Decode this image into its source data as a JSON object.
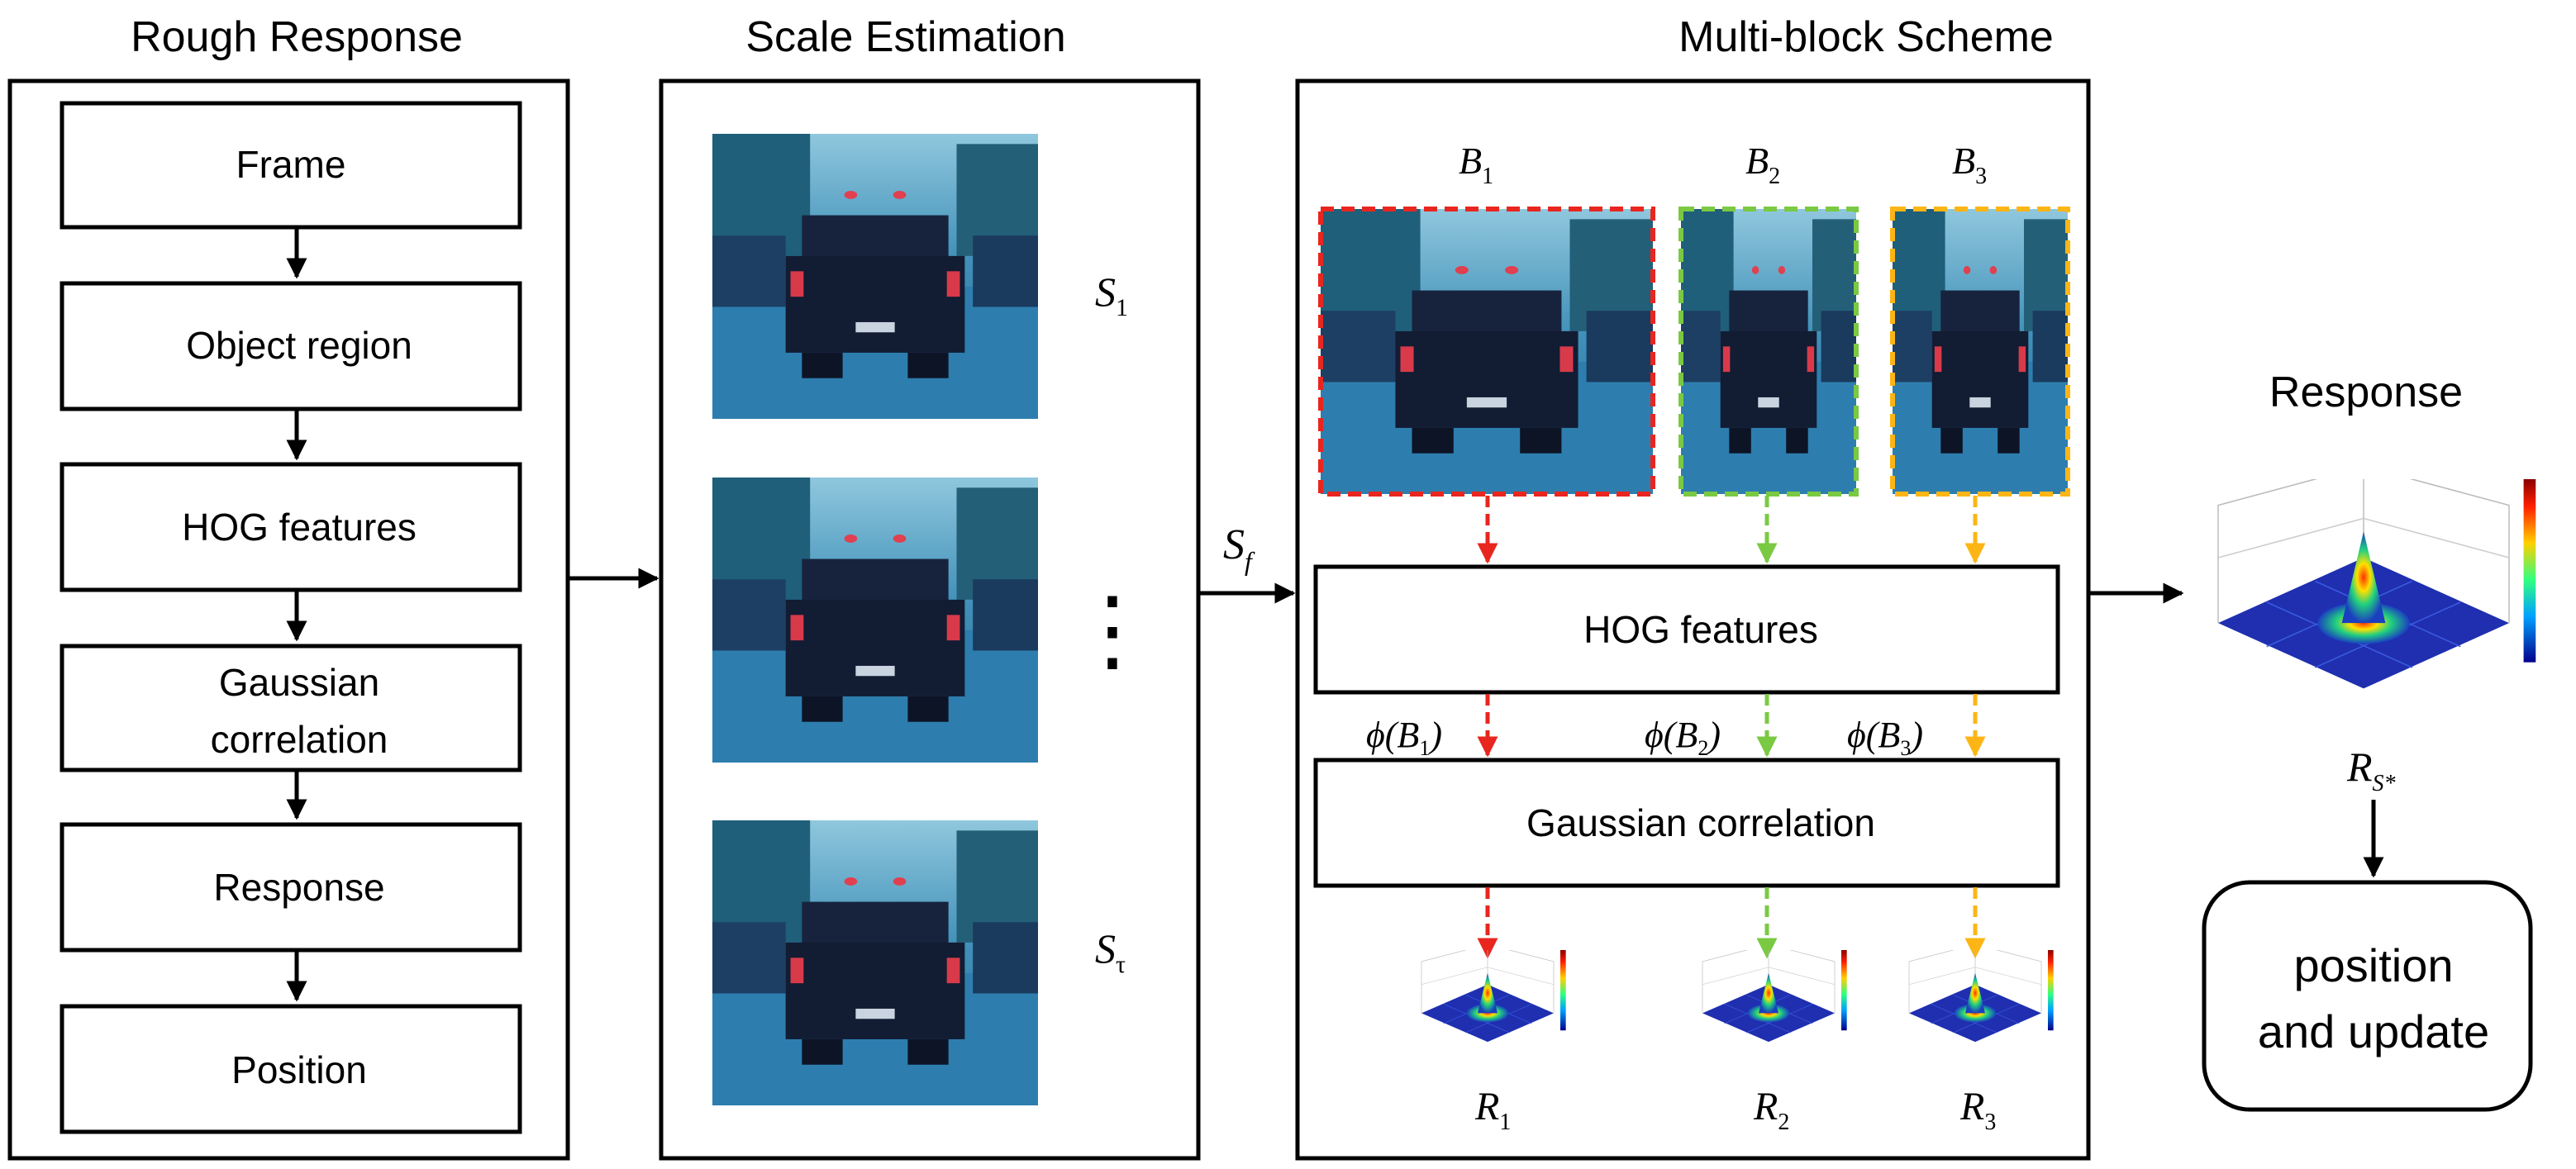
{
  "panels": {
    "rough_response": {
      "title": "Rough Response",
      "steps": [
        "Frame",
        "Object region",
        "HOG features",
        "Gaussian",
        "correlation",
        "Response",
        "Position"
      ]
    },
    "scale_estimation": {
      "title": "Scale Estimation",
      "scale_labels": {
        "first": "S",
        "first_sub": "1",
        "dots": "⋮",
        "last": "S",
        "last_sub": "τ"
      }
    },
    "transfer_label": {
      "main": "S",
      "sub": "f"
    },
    "multi_block": {
      "title": "Multi-block Scheme",
      "blocks": [
        {
          "label": "B",
          "sub": "1",
          "color": "#e8261f"
        },
        {
          "label": "B",
          "sub": "2",
          "color": "#7ac943"
        },
        {
          "label": "B",
          "sub": "3",
          "color": "#fdb515"
        }
      ],
      "hog_label": "HOG features",
      "gauss_label": "Gaussian correlation",
      "phi_labels": [
        {
          "pre": "ϕ(B",
          "sub": "1",
          "post": ")"
        },
        {
          "pre": "ϕ(B",
          "sub": "2",
          "post": ")"
        },
        {
          "pre": "ϕ(B",
          "sub": "3",
          "post": ")"
        }
      ],
      "responses": [
        {
          "label": "R",
          "sub": "1"
        },
        {
          "label": "R",
          "sub": "2"
        },
        {
          "label": "R",
          "sub": "3"
        }
      ]
    },
    "final": {
      "title": "Response",
      "response_label": {
        "main": "R",
        "sub": "S*"
      },
      "output_line1": "position",
      "output_line2": "and update"
    }
  },
  "colors": {
    "red": "#e8261f",
    "green": "#7ac943",
    "yellow": "#fdb515"
  },
  "icons": [
    "car-photo-icon",
    "response-surface-icon"
  ]
}
